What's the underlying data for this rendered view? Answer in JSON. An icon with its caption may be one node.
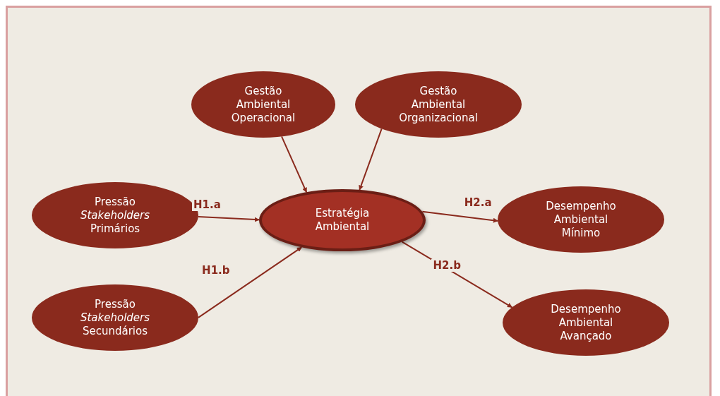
{
  "diagram": {
    "nodes": [
      {
        "text": [
          "Gestão Ambiental Operacional"
        ]
      },
      {
        "text": [
          "Gestão Ambiental Organizacional"
        ]
      },
      {
        "text": [
          "Pressão *Stakeholders* Primários"
        ]
      },
      {
        "text": [
          "Estratégia Ambiental"
        ]
      },
      {
        "text": [
          "Desempenho Ambiental Mínimo"
        ]
      },
      {
        "text": [
          "Pressão *Stakeholders* Secundários"
        ]
      },
      {
        "text": [
          "Desempenho Ambiental Avançado"
        ]
      }
    ],
    "edges": [
      {
        "from": 0,
        "to": 3,
        "arrow": "to"
      },
      {
        "from": 1,
        "to": 3,
        "arrow": "to"
      },
      {
        "from": 2,
        "to": 3,
        "arrow": "to",
        "label": "H1.a"
      },
      {
        "from": 5,
        "to": 3,
        "arrow": "to",
        "label": "H1.b"
      },
      {
        "from": 3,
        "to": 4,
        "arrow": "to",
        "label": "H2.a"
      },
      {
        "from": 3,
        "to": 6,
        "arrow": "to",
        "label": "H2.b"
      }
    ]
  }
}
